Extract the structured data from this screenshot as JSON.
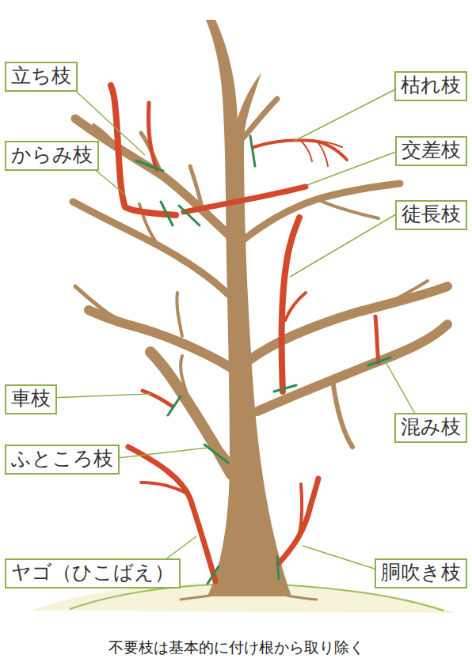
{
  "diagram": {
    "caption": "不要枝は基本的に付け根から取り除く",
    "nodes": [
      {
        "text": [
          "立ち枝"
        ]
      },
      {
        "text": [
          "枯れ枝"
        ]
      },
      {
        "text": [
          "からみ枝"
        ]
      },
      {
        "text": [
          "交差枝"
        ]
      },
      {
        "text": [
          "徒長枝"
        ]
      },
      {
        "text": [
          "車枝"
        ]
      },
      {
        "text": [
          "混み枝"
        ]
      },
      {
        "text": [
          "ふところ枝"
        ]
      },
      {
        "text": [
          "ヤゴ（ひこばえ）"
        ]
      },
      {
        "text": [
          "胴吹き枝"
        ]
      }
    ]
  }
}
